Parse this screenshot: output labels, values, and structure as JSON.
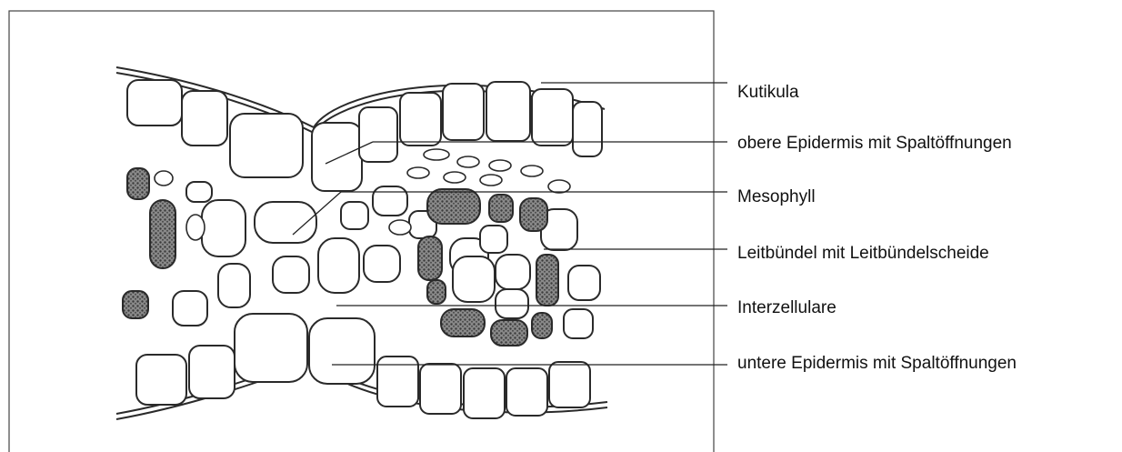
{
  "labels": {
    "kutikula": "Kutikula",
    "obere_epidermis": "obere Epidermis mit Spaltöffnungen",
    "mesophyll": "Mesophyll",
    "leitbuendel": "Leitbündel mit Leitbündelscheide",
    "interzellulare": "Interzellulare",
    "untere_epidermis": "untere Epidermis mit Spaltöffnungen"
  },
  "colors": {
    "ink": "#2a2a2a",
    "frame": "#444444",
    "chloroplast": "#5a5a5a"
  }
}
